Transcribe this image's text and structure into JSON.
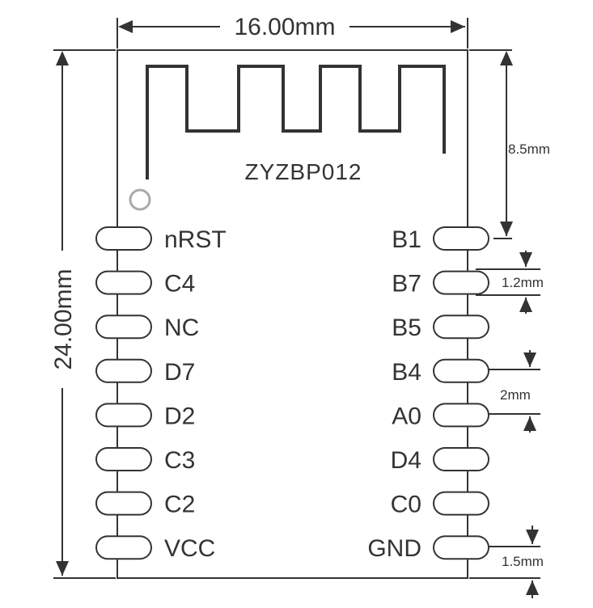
{
  "module": {
    "name": "ZYZBP012"
  },
  "dimensions": {
    "width": "16.00mm",
    "height": "24.00mm",
    "antenna_clearance": "8.5mm",
    "pad_width": "1.2mm",
    "pin_pitch": "2mm",
    "bottom_offset": "1.5mm"
  },
  "pins_left": [
    "nRST",
    "C4",
    "NC",
    "D7",
    "D2",
    "C3",
    "C2",
    "VCC"
  ],
  "pins_right": [
    "B1",
    "B7",
    "B5",
    "B4",
    "A0",
    "D4",
    "C0",
    "GND"
  ],
  "colors": {
    "line": "#333333",
    "pin1_marker": "#aaaaaa"
  }
}
